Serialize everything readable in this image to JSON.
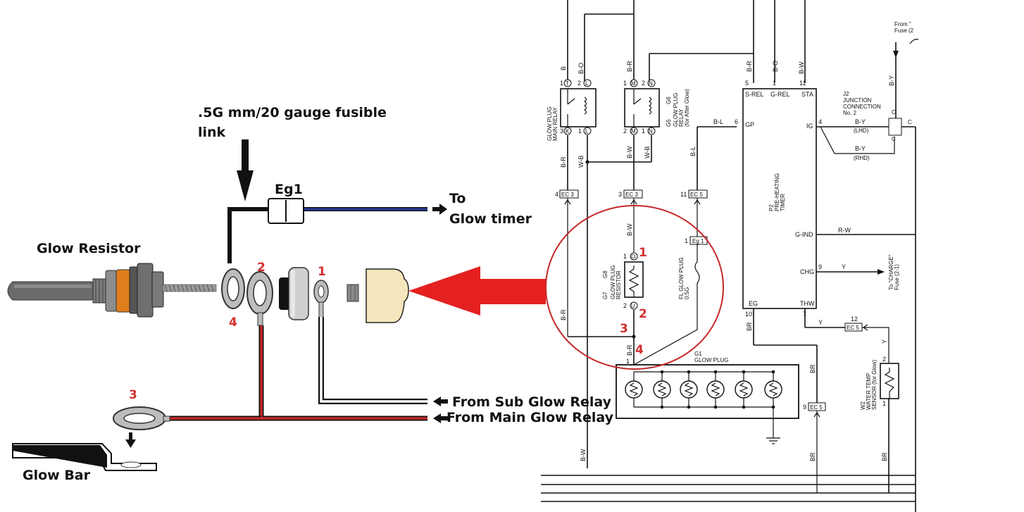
{
  "left": {
    "fusible_link": ".5G mm/20 gauge fusible",
    "fusible_link_2": "link",
    "eg1": "Eg1",
    "to": "To",
    "glow_timer": "Glow timer",
    "glow_resistor": "Glow Resistor",
    "from_sub": "From Sub Glow Relay",
    "from_main": "From Main Glow Relay",
    "glow_bar": "Glow Bar",
    "n1": "1",
    "n2": "2",
    "n3": "3",
    "n4": "4"
  },
  "right": {
    "wires_top": [
      "B",
      "B-O",
      "B-R",
      "B-R",
      "B-O",
      "B-W"
    ],
    "pins_top": [
      "1",
      "2",
      "1",
      "2",
      "5",
      "1",
      "11"
    ],
    "glow_main_relay": [
      "GLOW PLUG",
      "MAIN RELAY"
    ],
    "glow_relay": [
      "GLOW PLUG",
      "RELAY",
      "(for After Glow)"
    ],
    "g5": "G5",
    "g6": "G6",
    "g7": "G7",
    "g8": "G8",
    "s_rel": "S-REL",
    "g_rel": "G-REL",
    "sta": "STA",
    "gp": "GP",
    "ig": "IG",
    "g_ind": "G-IND",
    "chg": "CHG",
    "eg": "EG",
    "thw": "THW",
    "pre_heat": [
      "P2",
      "PRE-HEATING",
      "TIMER"
    ],
    "b_l": "B-L",
    "b_w": "B-W",
    "w_b": "W-B",
    "b_r": "B-R",
    "r_w": "R-W",
    "y": "Y",
    "br": "BR",
    "b_y": "B-Y",
    "ec3": "EC 3",
    "ec5": "EC 5",
    "eg1": "Eg 1",
    "glow_resistor": [
      "GLOW PLUG",
      "RESISTOR"
    ],
    "fl_glow_plug": [
      "FL GLOW PLUG",
      "0.5G"
    ],
    "g1": "G1",
    "glow_plug": "GLOW PLUG",
    "j2": [
      "J2",
      "JUNCTION",
      "CONNECTION",
      "No. 2"
    ],
    "lhd": "(LHD)",
    "rhd": "(RHD)",
    "from_fuse": [
      "From \"",
      "Fuse (2"
    ],
    "to_charge": [
      "To \"CHARGE\"",
      "Fuse (2-1)"
    ],
    "water_temp": [
      "W2",
      "WATER TEMP",
      "SENSOR (for Glow)"
    ],
    "c": "C",
    "k": "K",
    "l": "L",
    "m": "M",
    "n": "N",
    "t": "T",
    "o": "O",
    "u": "U",
    "p4": "4",
    "p6": "6",
    "p9": "9",
    "p10": "10",
    "p7": "7",
    "p12": "12",
    "p3": "3",
    "p11": "11",
    "p1": "1",
    "p2": "2",
    "n1": "1",
    "n2": "2",
    "n3": "3",
    "n4": "4"
  },
  "colors": {
    "annotation_red": "#d32f2f",
    "arrow_red": "#e42020",
    "wire_blue": "#2a3a9a",
    "wire_red": "#c62828",
    "connector_tan": "#f5e6bd",
    "orange_nut": "#e07d1c"
  }
}
